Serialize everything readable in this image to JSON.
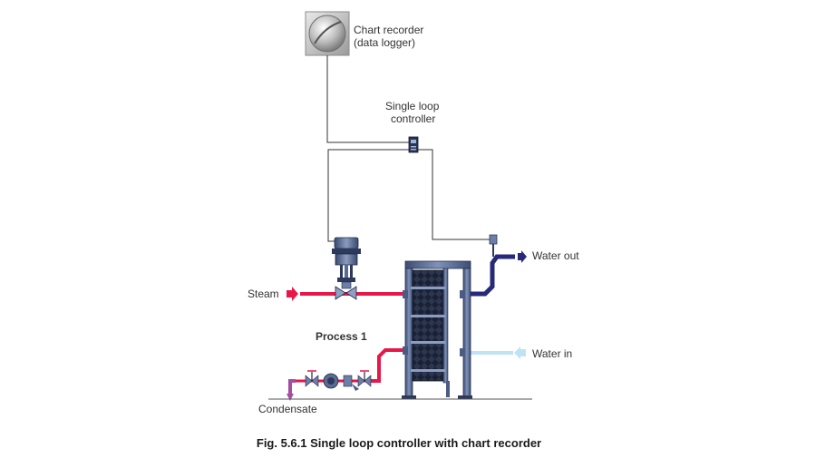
{
  "labels": {
    "chart_recorder_line1": "Chart recorder",
    "chart_recorder_line2": "(data logger)",
    "controller_line1": "Single loop",
    "controller_line2": "controller",
    "water_out": "Water out",
    "steam": "Steam",
    "process": "Process 1",
    "water_in": "Water in",
    "condensate": "Condensate"
  },
  "caption": "Fig. 5.6.1 Single loop controller with chart recorder",
  "colors": {
    "steam": "#e8174a",
    "water_out": "#27297a",
    "water_in": "#bfe3f5",
    "condensate": "#a34ea0",
    "frame": "#4a5b84",
    "plates": "#1c2438",
    "signal_line": "#333333"
  }
}
